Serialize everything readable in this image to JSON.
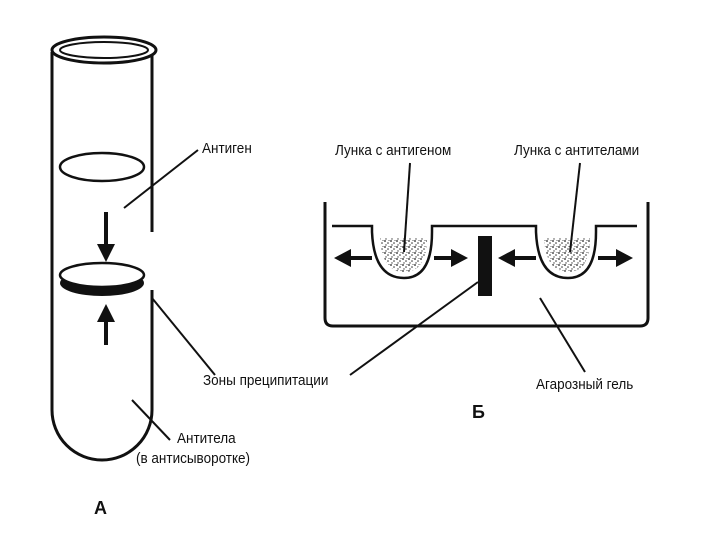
{
  "labels": {
    "antigen": "Антиген",
    "precipitation_zones": "Зоны преципитации",
    "antibodies_line1": "Антитела",
    "antibodies_line2": "(в антисыворотке)",
    "well_antigen": "Лунка с антигеном",
    "well_antibodies": "Лунка с антителами",
    "agarose_gel": "Агарозный гель"
  },
  "panels": {
    "a": "А",
    "b": "Б"
  }
}
